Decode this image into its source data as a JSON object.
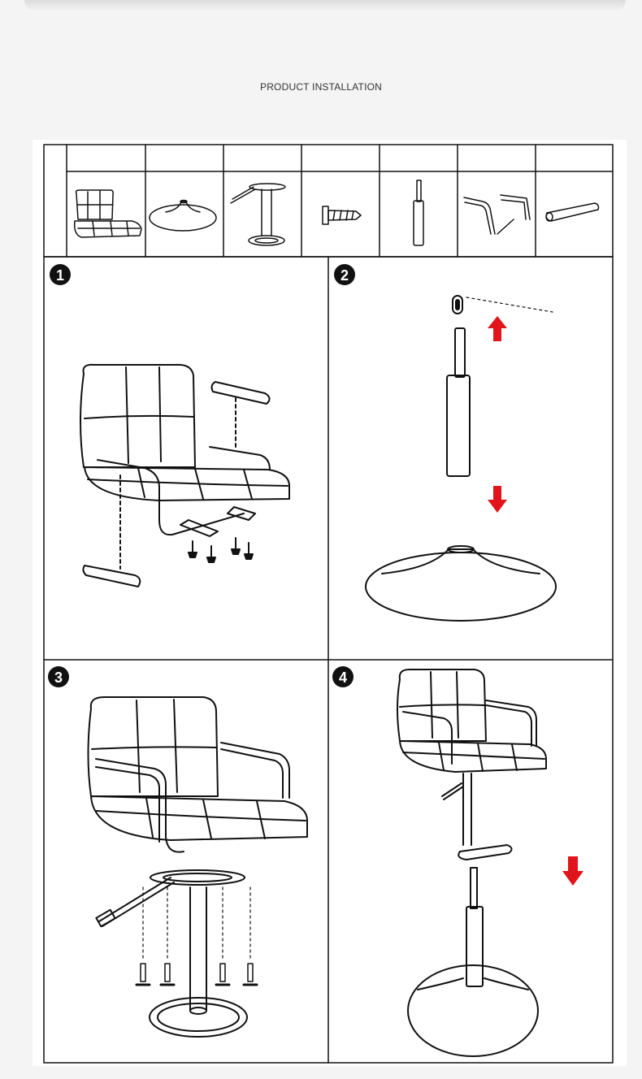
{
  "page": {
    "title": "PRODUCT INSTALLATION"
  },
  "parts": [
    {
      "name": "seat-part-icon"
    },
    {
      "name": "base-plate-part-icon"
    },
    {
      "name": "lift-mechanism-part-icon"
    },
    {
      "name": "screw-part-icon"
    },
    {
      "name": "gas-cylinder-part-icon"
    },
    {
      "name": "armrest-frame-part-icon"
    },
    {
      "name": "armrest-pad-part-icon"
    }
  ],
  "steps": [
    {
      "number": "1"
    },
    {
      "number": "2"
    },
    {
      "number": "3"
    },
    {
      "number": "4"
    }
  ],
  "colors": {
    "line": "#111111",
    "arrow": "#e0141a",
    "badge": "#111111"
  }
}
